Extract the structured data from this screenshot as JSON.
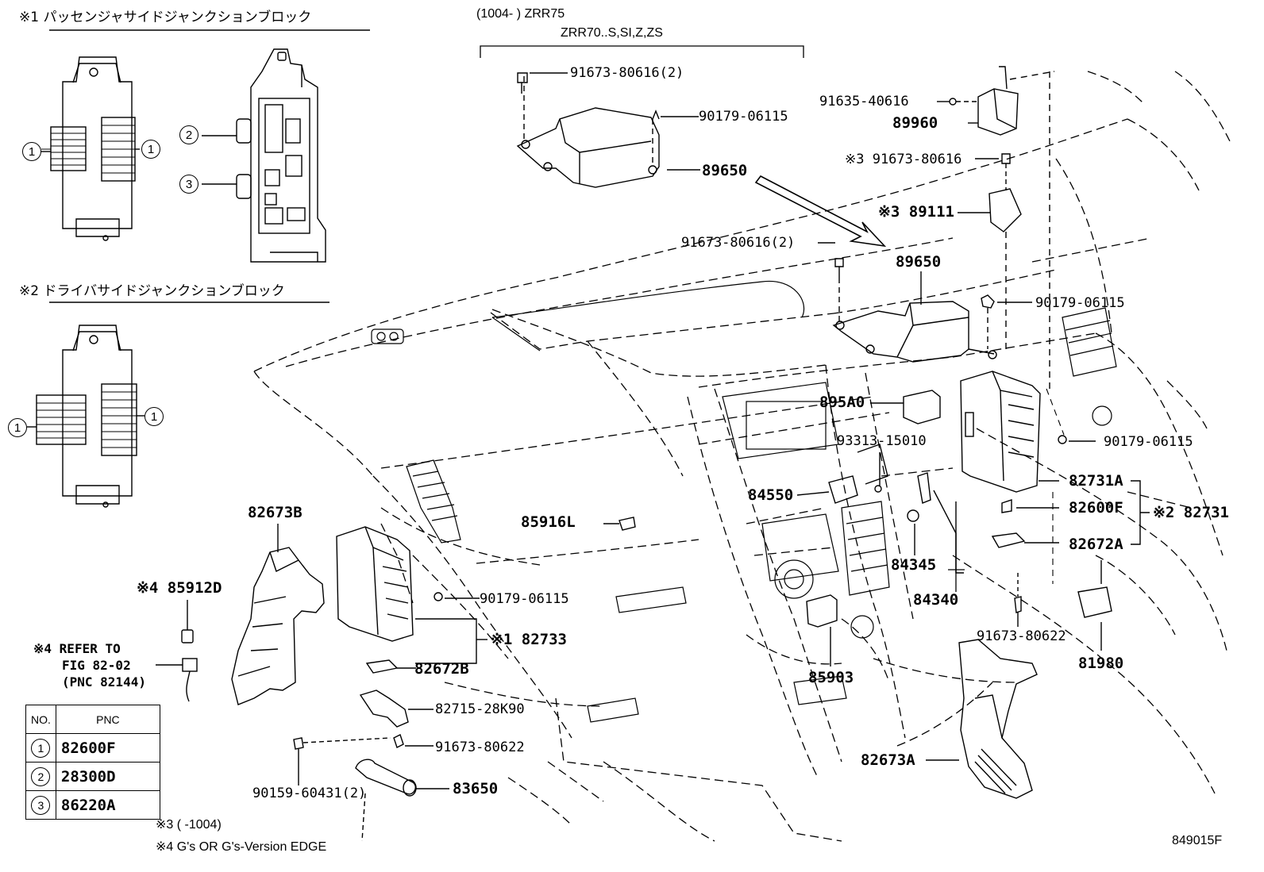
{
  "figure_code": "849015F",
  "junction_blocks": {
    "passenger_title": "※1 パッセンジャサイドジャンクションブロック",
    "driver_title": "※2 ドライバサイドジャンクションブロック"
  },
  "applicability": {
    "line1": "(1004-      ) ZRR75",
    "line2": "ZRR70..S,SI,Z,ZS"
  },
  "callouts": [
    "1",
    "2",
    "3"
  ],
  "part_labels": {
    "p91673_80616_2_top": "91673-80616(2)",
    "p90179_06115_top": "90179-06115",
    "p89650_top": "89650",
    "p91635_40616": "91635-40616",
    "p89960": "89960",
    "p91673_80616_x3": "※3 91673-80616",
    "p89111": "※3 89111",
    "p91673_80616_2_mid": "91673-80616(2)",
    "p89650_mid": "89650",
    "p90179_06115_right": "90179-06115",
    "p895A0": "895A0",
    "p93313_15010": "93313-15010",
    "p90179_06115_far": "90179-06115",
    "p84550": "84550",
    "p82731A": "82731A",
    "p82600F": "82600F",
    "p82731": "※2 82731",
    "p82672A": "82672A",
    "p85916L": "85916L",
    "p84345": "84345",
    "p84340": "84340",
    "p82673B": "82673B",
    "p85912D": "※4 85912D",
    "p90179_06115_left": "90179-06115",
    "p82733": "※1 82733",
    "p91673_80622_right": "91673-80622",
    "p81980": "81980",
    "refer1": "※4 REFER TO",
    "refer2": "FIG 82-02",
    "refer3": "(PNC 82144)",
    "p82672B": "82672B",
    "p85903": "85903",
    "p82715_28K90": "82715-28K90",
    "p91673_80622_left": "91673-80622",
    "p82673A": "82673A",
    "p90159_60431": "90159-60431(2)",
    "p83650": "83650"
  },
  "pnc_table": {
    "headers": [
      "NO.",
      "PNC"
    ],
    "rows": [
      {
        "no": "1",
        "pnc": "82600F"
      },
      {
        "no": "2",
        "pnc": "28300D"
      },
      {
        "no": "3",
        "pnc": "86220A"
      }
    ]
  },
  "footnotes": {
    "note3": "※3 (        -1004)",
    "note4": "※4 G's OR G's-Version EDGE"
  }
}
